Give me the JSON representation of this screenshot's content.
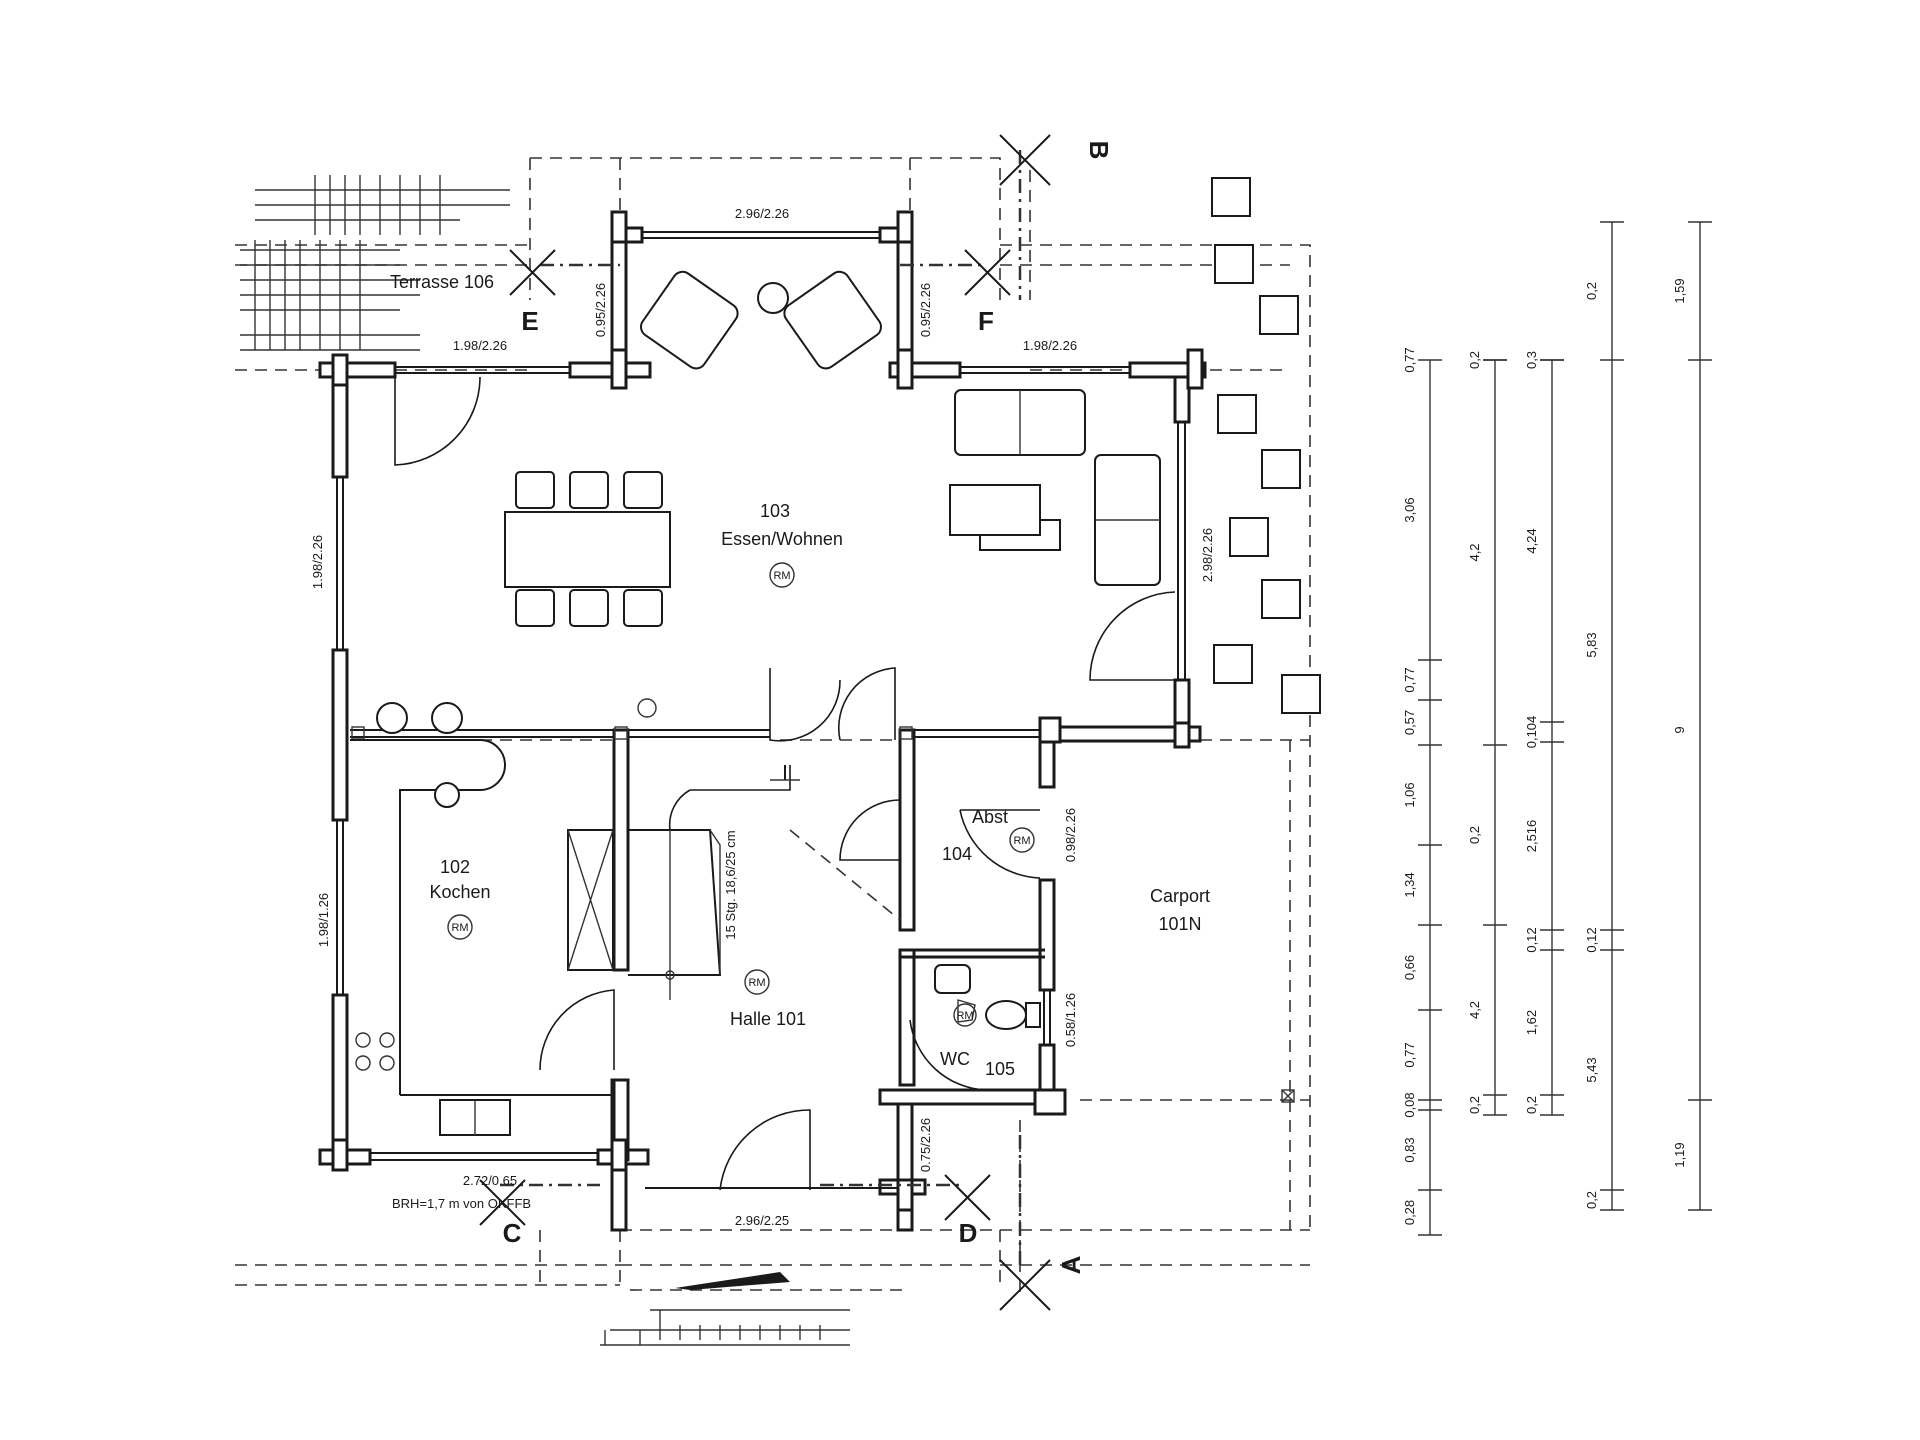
{
  "rooms": {
    "terrace": {
      "label": "Terrasse 106"
    },
    "living": {
      "number": "103",
      "name": "Essen/Wohnen",
      "tag": "RM"
    },
    "kitchen": {
      "number": "102",
      "name": "Kochen",
      "tag": "RM"
    },
    "hall": {
      "name": "Halle 101",
      "tag": "RM"
    },
    "storage": {
      "name": "Abst",
      "number": "104",
      "tag": "RM"
    },
    "wc": {
      "name": "WC",
      "number": "105",
      "tag": "RM"
    },
    "carport": {
      "name": "Carport",
      "number": "101N"
    }
  },
  "stairs_label": "15 Stg. 18,6/25 cm",
  "sill_note": "BRH=1,7 m von OKFFB",
  "section_marks": [
    "A",
    "B",
    "C",
    "D",
    "E",
    "F"
  ],
  "opening_dims": {
    "top_window": "2.96/2.26",
    "left_top_door": "0.95/2.26",
    "right_top_door": "0.95/2.26",
    "north_left": "1.98/2.26",
    "north_right": "1.98/2.26",
    "west_upper": "1.98/2.26",
    "west_lower": "1.98/1.26",
    "east_living": "2.98/2.26",
    "storage_door": "0.98/2.26",
    "wc_window": "0.58/1.26",
    "south_kitchen": "2.72/0.65",
    "entrance": "2.96/2.25",
    "entrance_right": "0.75/2.26"
  },
  "dim_chain_1": [
    "0,28",
    "0,83",
    "0,08",
    "0,77",
    "0,66",
    "1,34",
    "1,06",
    "0,57",
    "0,77",
    "3,06",
    "0,77"
  ],
  "dim_chain_2": [
    "0,2",
    "4,2",
    "0,2",
    "4,2",
    "0,2"
  ],
  "dim_chain_3": [
    "0,2",
    "1,62",
    "0,12",
    "2,516",
    "0,104",
    "4,24",
    "0,3"
  ],
  "dim_chain_4": [
    "0,2",
    "5,43",
    "0,12",
    "5,83",
    "0,2"
  ],
  "dim_chain_5": [
    "1,19",
    "9",
    "1,59"
  ]
}
